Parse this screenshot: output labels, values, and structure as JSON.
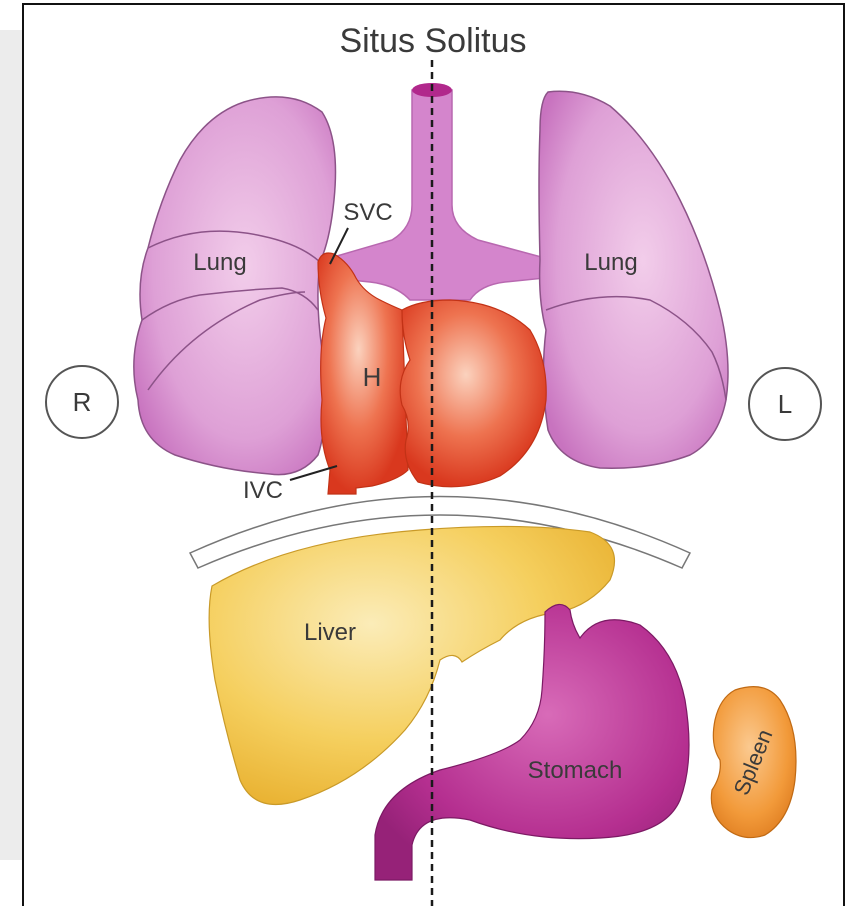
{
  "title": "Situs Solitus",
  "side_markers": {
    "right": "R",
    "left": "L"
  },
  "labels": {
    "svc": "SVC",
    "ivc": "IVC",
    "heart": "H",
    "lung_right": "Lung",
    "lung_left": "Lung",
    "liver": "Liver",
    "stomach": "Stomach",
    "spleen": "Spleen"
  },
  "colors": {
    "lung": "#d98fd0",
    "heart": "#e8502e",
    "great_vessels": "#d27fcc",
    "liver": "#f3c54a",
    "stomach": "#b1288c",
    "spleen": "#ef9533",
    "midline": "#1a1a1a"
  }
}
